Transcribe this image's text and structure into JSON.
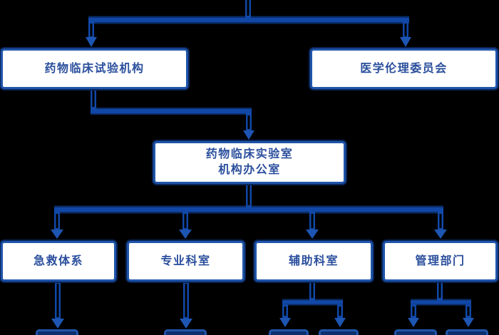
{
  "diagram": {
    "type": "organization-chart",
    "language": "zh-CN",
    "background_color": "#000000",
    "colors": {
      "connector_blue": "#1148a8",
      "connector_dark_edge": "#0a2c67",
      "box_border_blue": "#2055aa",
      "box_fill": "#ffffff",
      "text_blue": "#2b4f9d",
      "arrow_blue": "#1d55b2",
      "child_stub_fill": "#0c306e"
    },
    "nodes": {
      "trial_institution": {
        "label": "药物临床试验机构",
        "level": 1
      },
      "ethics_committee": {
        "label": "医学伦理委员会",
        "level": 1
      },
      "institution_office": {
        "lines": [
          "药物临床实验室",
          "机构办公室"
        ],
        "level": 2
      },
      "emergency_system": {
        "label": "急救体系",
        "level": 3
      },
      "specialty_departments": {
        "label": "专业科室",
        "level": 3
      },
      "auxiliary_departments": {
        "label": "辅助科室",
        "level": 3
      },
      "management_departments": {
        "label": "管理部门",
        "level": 3
      }
    },
    "edges": [
      "parent(off-screen-top) -> trial_institution",
      "parent(off-screen-top) -> ethics_committee",
      "trial_institution -> institution_office",
      "institution_office -> emergency_system",
      "institution_office -> specialty_departments",
      "institution_office -> auxiliary_departments",
      "institution_office -> management_departments",
      "emergency_system -> child(cut-off-bottom)",
      "specialty_departments -> child(cut-off-bottom)",
      "auxiliary_departments -> child-left(cut-off-bottom)",
      "auxiliary_departments -> child-right(cut-off-bottom)",
      "management_departments -> child-left(cut-off-bottom)",
      "management_departments -> child-right(cut-off-bottom)"
    ]
  }
}
